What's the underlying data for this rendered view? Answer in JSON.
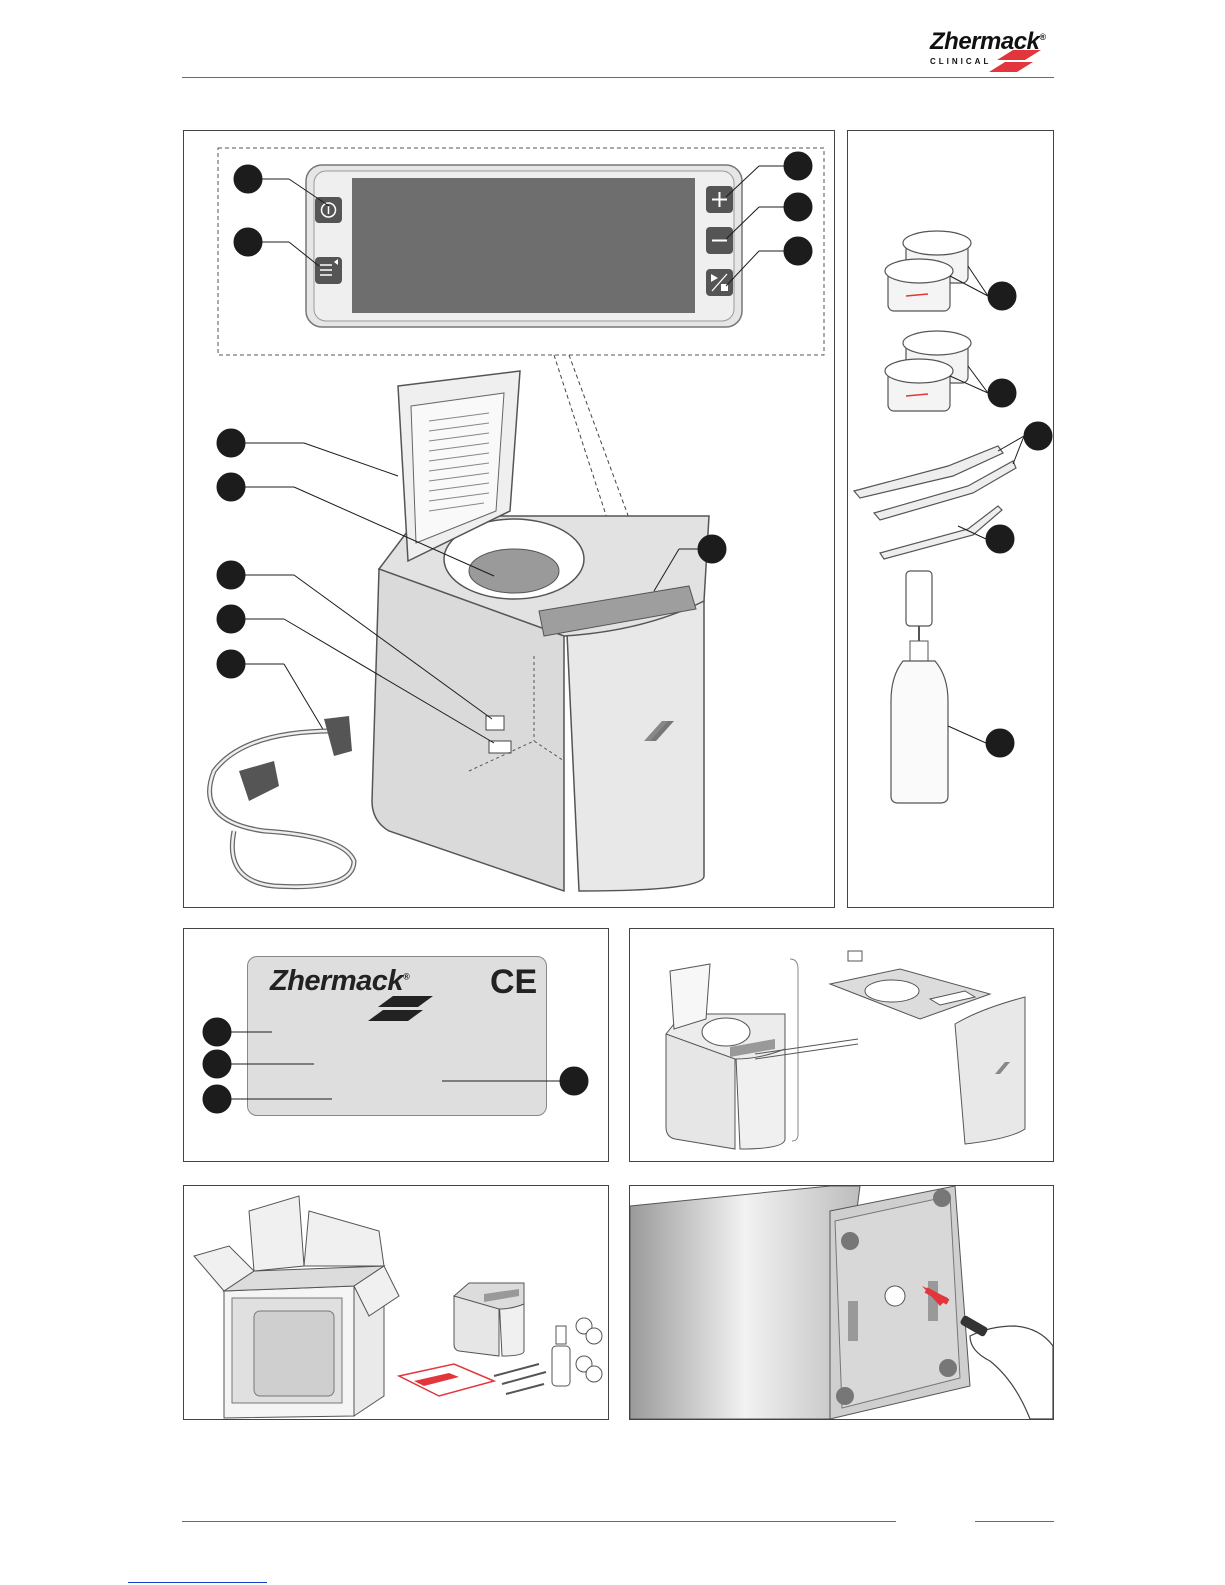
{
  "header": {
    "brand_name": "Zhermack",
    "brand_registered": "®",
    "brand_sub": "CLINICAL"
  },
  "label_plate": {
    "brand_name": "Zhermack",
    "brand_registered": "®",
    "ce_mark": "CE"
  },
  "display_panel": {
    "buttons": [
      {
        "name": "info-icon"
      },
      {
        "name": "menu-icon"
      },
      {
        "name": "plus-icon"
      },
      {
        "name": "minus-icon"
      },
      {
        "name": "start-stop-icon"
      }
    ]
  },
  "colors": {
    "accent_red": "#e2363c",
    "callout": "#1c1c1c",
    "display_screen": "#6e6e6e",
    "device_body": "#dcdcdc"
  }
}
